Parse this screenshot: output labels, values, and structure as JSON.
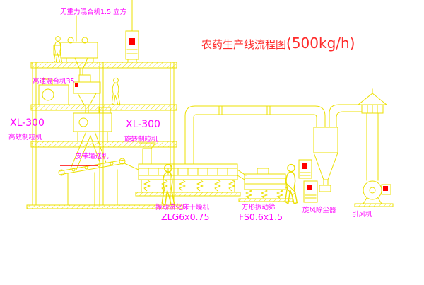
{
  "title": {
    "prefix": "农药生产线流程图",
    "capacity": "(500kg/h)"
  },
  "labels": {
    "gravityless_mixer": "无重力混合机1.5 立方",
    "high_speed_mixer": "高速混合机35",
    "granulator_left_model": "XL-300",
    "granulator_left_name": "高效制粒机",
    "granulator_center_model": "XL-300",
    "granulator_center_name": "旋转制粒机",
    "belt_conveyor": "皮带输送机",
    "fluid_bed_dryer_name": "振动流化床干燥机",
    "fluid_bed_dryer_model": "ZLG6x0.75",
    "vibrating_screen_name": "方形振动筛",
    "vibrating_screen_model": "FS0.6x1.5",
    "cyclone_dust_collector": "旋风除尘器",
    "induced_draft_fan": "引风机"
  },
  "colors": {
    "background": "#ffffff",
    "line_yellow": "#ede000",
    "label_magenta": "#ff00ff",
    "title_red": "#ff2b2b",
    "accent_red": "#ff0000"
  }
}
